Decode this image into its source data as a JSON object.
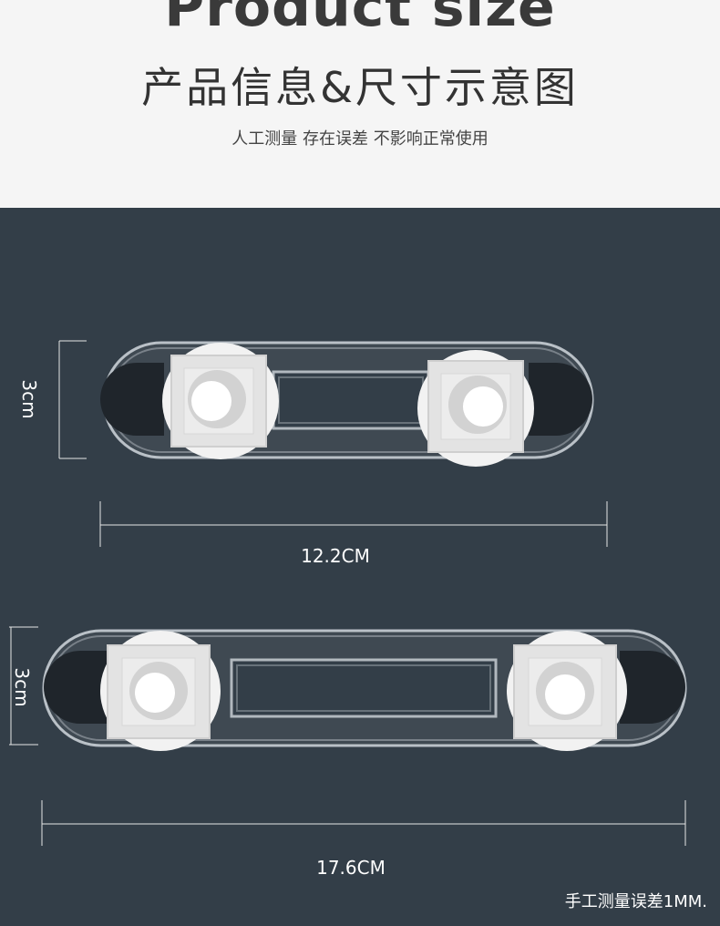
{
  "header": {
    "title_en": "Product size",
    "title_cn": "产品信息&尺寸示意图",
    "subtitle": "人工测量 存在误差 不影响正常使用"
  },
  "product_small": {
    "height_label": "3cm",
    "width_label": "12.2CM"
  },
  "product_large": {
    "height_label": "3cm",
    "width_label": "17.6CM"
  },
  "note": "手工测量误差1MM.",
  "colors": {
    "header_bg": "#f5f5f5",
    "main_bg": "#333e48",
    "text_light": "#ffffff"
  }
}
